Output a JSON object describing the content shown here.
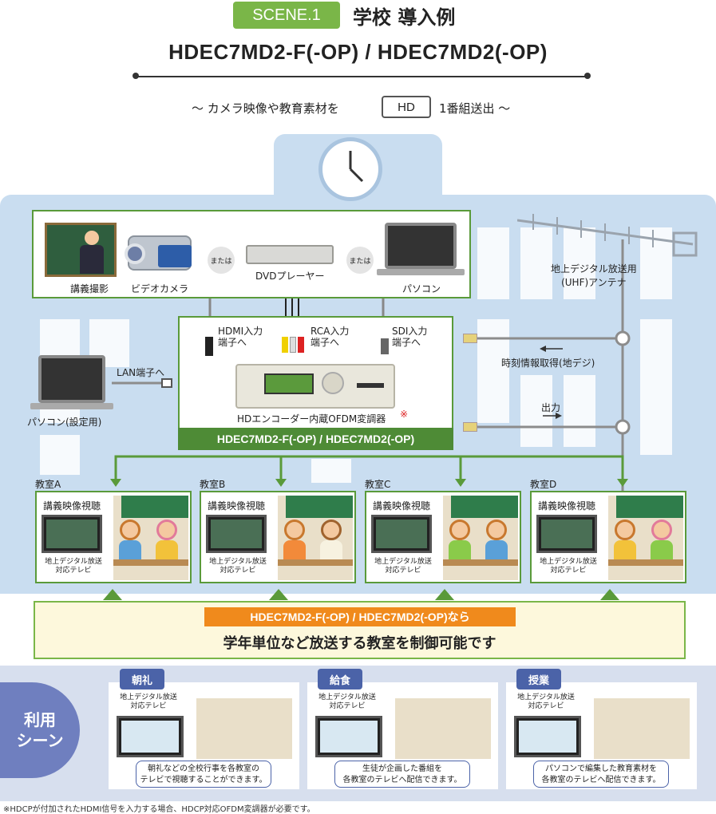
{
  "header": {
    "scene_label": "SCENE.1",
    "scene_title": "学校 導入例",
    "product": "HDEC7MD2-F(-OP) / HDEC7MD2(-OP)",
    "sub_before": "〜 カメラ映像や教育素材を",
    "sub_hd": "HD",
    "sub_after": "1番組送出 〜"
  },
  "sources": {
    "lecture": "講義撮影",
    "camera": "ビデオカメラ",
    "or1": "または",
    "dvd": "DVDプレーヤー",
    "or2": "または",
    "pc": "パソコン"
  },
  "inputs": {
    "hdmi": "HDMI入力\n端子へ",
    "rca": "RCA入力\n端子へ",
    "sdi": "SDI入力\n端子へ"
  },
  "encoder": {
    "label": "HDエンコーダー内蔵OFDM変調器",
    "mark": "※",
    "bar": "HDEC7MD2-F(-OP) / HDEC7MD2(-OP)"
  },
  "lan": {
    "label": "LAN端子へ",
    "pc_label": "パソコン(設定用)"
  },
  "antenna": {
    "label": "地上デジタル放送用\n(UHF)アンテナ",
    "time": "時刻情報取得(地デジ)",
    "output": "出力"
  },
  "rooms": [
    {
      "name": "教室A",
      "title": "講義映像視聴",
      "tv": "地上デジタル放送\n対応テレビ"
    },
    {
      "name": "教室B",
      "title": "講義映像視聴",
      "tv": "地上デジタル放送\n対応テレビ"
    },
    {
      "name": "教室C",
      "title": "講義映像視聴",
      "tv": "地上デジタル放送\n対応テレビ"
    },
    {
      "name": "教室D",
      "title": "講義映像視聴",
      "tv": "地上デジタル放送\n対応テレビ"
    }
  ],
  "banner": {
    "tag": "HDEC7MD2-F(-OP) / HDEC7MD2(-OP)なら",
    "text": "学年単位など放送する教室を制御可能です"
  },
  "usage": {
    "label_line1": "利用",
    "label_line2": "シーン",
    "panels": [
      {
        "tag": "朝礼",
        "tv": "地上デジタル放送\n対応テレビ",
        "caption": "朝礼などの全校行事を各教室の\nテレビで視聴することができます。"
      },
      {
        "tag": "給食",
        "tv": "地上デジタル放送\n対応テレビ",
        "caption": "生徒が企画した番組を\n各教室のテレビへ配信できます。"
      },
      {
        "tag": "授業",
        "tv": "地上デジタル放送\n対応テレビ",
        "caption": "パソコンで編集した教育素材を\n各教室のテレビへ配信できます。"
      }
    ]
  },
  "footnote": "※HDCPが付加されたHDMI信号を入力する場合、HDCP対応OFDM変調器が必要です。",
  "colors": {
    "green": "#5a9a3a",
    "dark_green": "#4e8b36",
    "orange": "#f08a1c",
    "building": "#c9ddf0",
    "usage_blue": "#4b63a8"
  }
}
